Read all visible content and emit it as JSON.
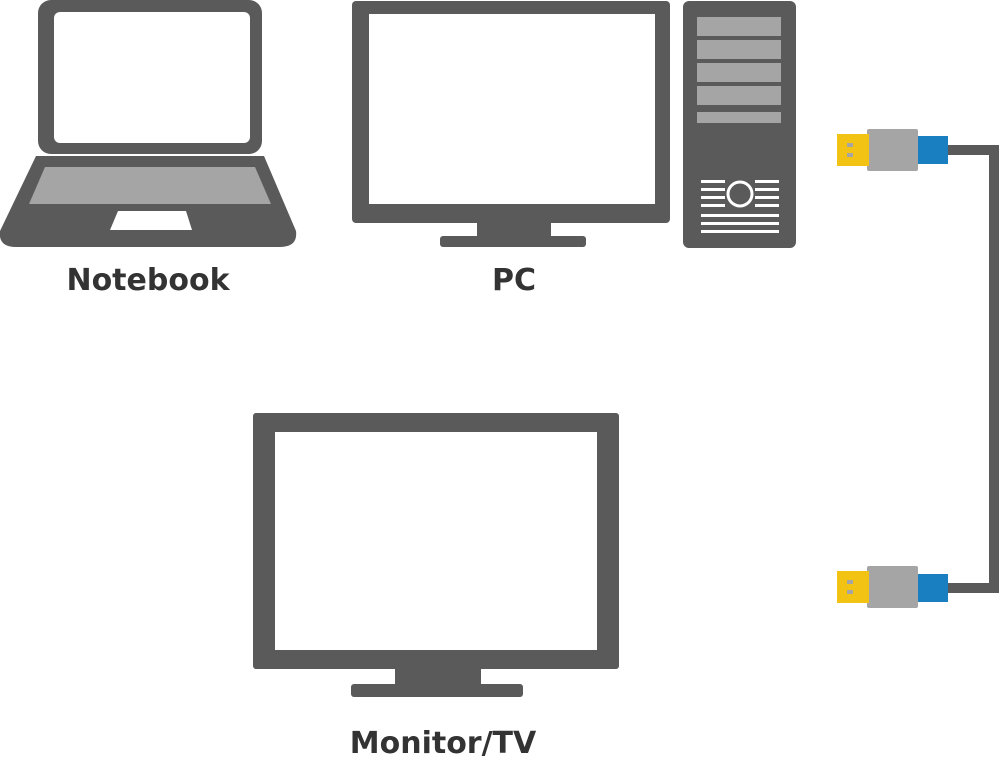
{
  "colors": {
    "device": "#5a5a5a",
    "device_light": "#a5a5a5",
    "screen": "#ffffff",
    "cable": "#5a5a5a",
    "plug_metal": "#f2c313",
    "plug_housing": "#a5a5a5",
    "plug_collar": "#1a7fc1",
    "label_text": "#333333"
  },
  "devices": {
    "notebook": {
      "label": "Notebook",
      "icon": "laptop-icon"
    },
    "pc": {
      "label": "PC",
      "icon": "desktop-pc-icon"
    },
    "monitor": {
      "label": "Monitor/TV",
      "icon": "monitor-tv-icon"
    }
  },
  "cable": {
    "icon": "usb-cable-icon"
  }
}
